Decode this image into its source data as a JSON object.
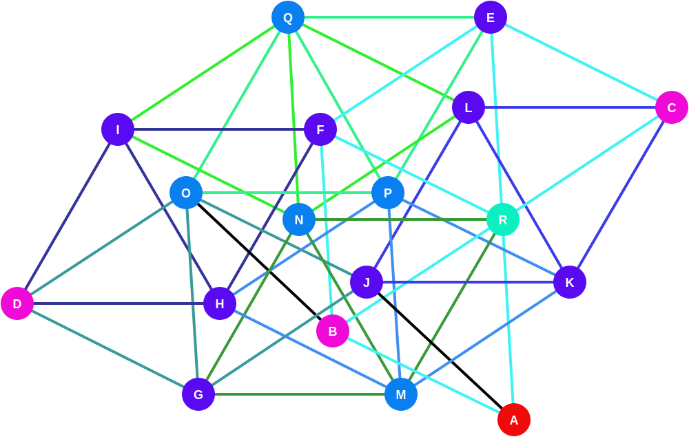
{
  "colors": {
    "blue": "#0a80f0",
    "violet": "#5a0af0",
    "magenta": "#f00ad8",
    "teal": "#0af0c0",
    "red": "#f00a0a",
    "edge_cyan": "#3ff3f3",
    "edge_green": "#2ff02f",
    "edge_mint": "#35f08f",
    "edge_navy": "#33339a",
    "edge_indigo": "#3b3bea",
    "edge_skyblue": "#3f8ff0",
    "edge_teal": "#3a9a9a",
    "edge_darkgreen": "#3a9a3a",
    "edge_black": "#000000"
  },
  "nodes": [
    {
      "id": "Q",
      "color": "blue"
    },
    {
      "id": "E",
      "color": "violet"
    },
    {
      "id": "L",
      "color": "violet"
    },
    {
      "id": "C",
      "color": "magenta"
    },
    {
      "id": "I",
      "color": "violet"
    },
    {
      "id": "F",
      "color": "violet"
    },
    {
      "id": "O",
      "color": "blue"
    },
    {
      "id": "P",
      "color": "blue"
    },
    {
      "id": "N",
      "color": "blue"
    },
    {
      "id": "R",
      "color": "teal"
    },
    {
      "id": "J",
      "color": "violet"
    },
    {
      "id": "K",
      "color": "violet"
    },
    {
      "id": "D",
      "color": "magenta"
    },
    {
      "id": "H",
      "color": "violet"
    },
    {
      "id": "B",
      "color": "magenta"
    },
    {
      "id": "G",
      "color": "violet"
    },
    {
      "id": "M",
      "color": "blue"
    },
    {
      "id": "A",
      "color": "red"
    }
  ],
  "edges": [
    {
      "from": "Q",
      "to": "E",
      "color": "edge_mint"
    },
    {
      "from": "Q",
      "to": "I",
      "color": "edge_green"
    },
    {
      "from": "Q",
      "to": "L",
      "color": "edge_green"
    },
    {
      "from": "Q",
      "to": "N",
      "color": "edge_green"
    },
    {
      "from": "Q",
      "to": "O",
      "color": "edge_mint"
    },
    {
      "from": "Q",
      "to": "P",
      "color": "edge_mint"
    },
    {
      "from": "E",
      "to": "C",
      "color": "edge_cyan"
    },
    {
      "from": "E",
      "to": "F",
      "color": "edge_cyan"
    },
    {
      "from": "E",
      "to": "P",
      "color": "edge_mint"
    },
    {
      "from": "E",
      "to": "A",
      "color": "edge_cyan"
    },
    {
      "from": "L",
      "to": "C",
      "color": "edge_indigo"
    },
    {
      "from": "L",
      "to": "N",
      "color": "edge_green"
    },
    {
      "from": "L",
      "to": "J",
      "color": "edge_indigo"
    },
    {
      "from": "L",
      "to": "K",
      "color": "edge_indigo"
    },
    {
      "from": "C",
      "to": "R",
      "color": "edge_cyan"
    },
    {
      "from": "C",
      "to": "K",
      "color": "edge_indigo"
    },
    {
      "from": "I",
      "to": "F",
      "color": "edge_navy"
    },
    {
      "from": "I",
      "to": "N",
      "color": "edge_green"
    },
    {
      "from": "I",
      "to": "D",
      "color": "edge_navy"
    },
    {
      "from": "I",
      "to": "H",
      "color": "edge_navy"
    },
    {
      "from": "F",
      "to": "R",
      "color": "edge_cyan"
    },
    {
      "from": "F",
      "to": "H",
      "color": "edge_navy"
    },
    {
      "from": "F",
      "to": "B",
      "color": "edge_cyan"
    },
    {
      "from": "O",
      "to": "P",
      "color": "edge_mint"
    },
    {
      "from": "O",
      "to": "D",
      "color": "edge_teal"
    },
    {
      "from": "O",
      "to": "G",
      "color": "edge_teal"
    },
    {
      "from": "O",
      "to": "J",
      "color": "edge_teal"
    },
    {
      "from": "O",
      "to": "B",
      "color": "edge_black"
    },
    {
      "from": "P",
      "to": "H",
      "color": "edge_skyblue"
    },
    {
      "from": "P",
      "to": "M",
      "color": "edge_skyblue"
    },
    {
      "from": "P",
      "to": "K",
      "color": "edge_skyblue"
    },
    {
      "from": "N",
      "to": "R",
      "color": "edge_darkgreen"
    },
    {
      "from": "N",
      "to": "G",
      "color": "edge_darkgreen"
    },
    {
      "from": "N",
      "to": "M",
      "color": "edge_darkgreen"
    },
    {
      "from": "R",
      "to": "M",
      "color": "edge_darkgreen"
    },
    {
      "from": "R",
      "to": "B",
      "color": "edge_cyan"
    },
    {
      "from": "J",
      "to": "K",
      "color": "edge_indigo"
    },
    {
      "from": "J",
      "to": "G",
      "color": "edge_teal"
    },
    {
      "from": "J",
      "to": "A",
      "color": "edge_black"
    },
    {
      "from": "K",
      "to": "M",
      "color": "edge_skyblue"
    },
    {
      "from": "D",
      "to": "H",
      "color": "edge_navy"
    },
    {
      "from": "D",
      "to": "G",
      "color": "edge_teal"
    },
    {
      "from": "H",
      "to": "M",
      "color": "edge_skyblue"
    },
    {
      "from": "B",
      "to": "A",
      "color": "edge_cyan"
    },
    {
      "from": "G",
      "to": "M",
      "color": "edge_darkgreen"
    }
  ]
}
